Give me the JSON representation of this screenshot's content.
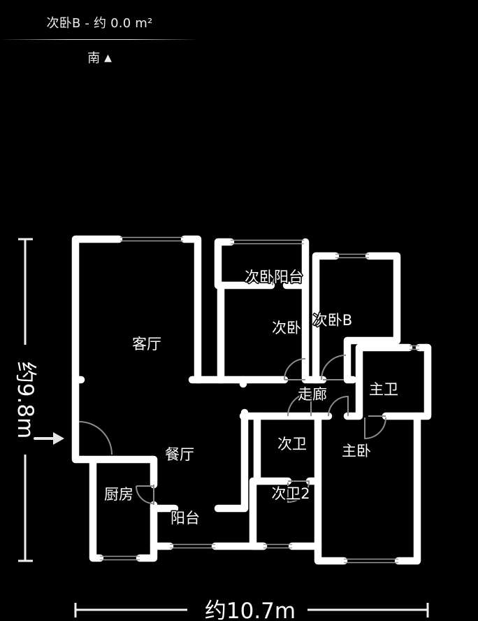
{
  "header": {
    "title": "次卧B - 约 0.0 m²",
    "direction_label": "南",
    "direction_icon": "▲"
  },
  "rooms": [
    {
      "id": "living-room",
      "label": "客厅"
    },
    {
      "id": "second-bedroom-balcony",
      "label": "次卧阳台"
    },
    {
      "id": "second-bedroom",
      "label": "次卧"
    },
    {
      "id": "second-bedroom-b",
      "label": "次卧B"
    },
    {
      "id": "master-bathroom",
      "label": "主卫"
    },
    {
      "id": "corridor",
      "label": "走廊"
    },
    {
      "id": "second-bathroom",
      "label": "次卫"
    },
    {
      "id": "master-bedroom",
      "label": "主卧"
    },
    {
      "id": "dining-room",
      "label": "餐厅"
    },
    {
      "id": "kitchen",
      "label": "厨房"
    },
    {
      "id": "balcony",
      "label": "阳台"
    },
    {
      "id": "second-bathroom-2",
      "label": "次卫2"
    }
  ],
  "dimensions": {
    "height_label": "约9.8m",
    "width_label": "约10.7m"
  },
  "entrance_icon": "arrow-right",
  "colors": {
    "background": "#000000",
    "wall": "#ffffff",
    "window": "#9a9a9a",
    "door": "#8c8c8c"
  }
}
